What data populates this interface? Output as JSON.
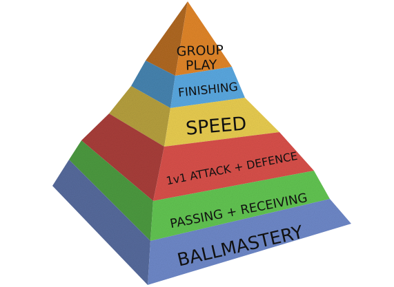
{
  "diagram": {
    "type": "pyramid",
    "tiers": [
      {
        "id": "group-play",
        "lines": [
          "GROUP",
          "PLAY"
        ],
        "color": "#e0852a"
      },
      {
        "id": "finishing",
        "lines": [
          "FINISHING"
        ],
        "color": "#5aa8e0"
      },
      {
        "id": "speed",
        "lines": [
          "SPEED"
        ],
        "color": "#e8cc50"
      },
      {
        "id": "attack-defence",
        "lines": [
          "1v1 ATTACK + DEFENCE"
        ],
        "color": "#d8504a"
      },
      {
        "id": "passing-receiving",
        "lines": [
          "PASSING + RECEIVING"
        ],
        "color": "#62c452"
      },
      {
        "id": "ballmastery",
        "lines": [
          "BALLMASTERY"
        ],
        "color": "#6e88c8"
      }
    ]
  }
}
